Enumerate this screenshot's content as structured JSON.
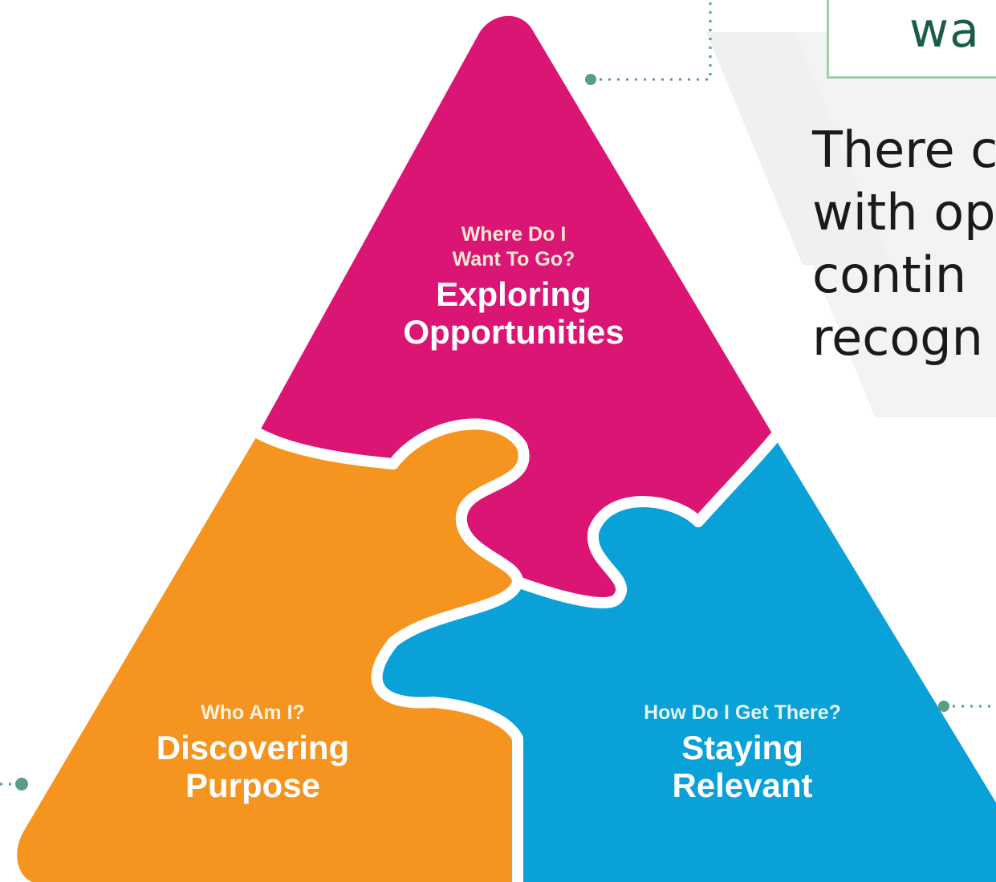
{
  "label_box": {
    "text": "wa"
  },
  "body_text": {
    "lines": [
      "There c",
      "with op",
      "contin",
      "recogn"
    ]
  },
  "pieces": {
    "exploring": {
      "question_line1": "Where Do I",
      "question_line2": "Want To Go?",
      "title_line1": "Exploring",
      "title_line2": "Opportunities",
      "color": "#da1574"
    },
    "discovering": {
      "question": "Who Am I?",
      "title_line1": "Discovering",
      "title_line2": "Purpose",
      "color": "#f5941f"
    },
    "staying": {
      "question": "How Do I Get There?",
      "title_line1": "Staying",
      "title_line2": "Relevant",
      "color": "#0aa0d8"
    }
  },
  "colors": {
    "connector": "#5a9d86",
    "watermark": "#e8ece9",
    "outline": "#ffffff"
  }
}
